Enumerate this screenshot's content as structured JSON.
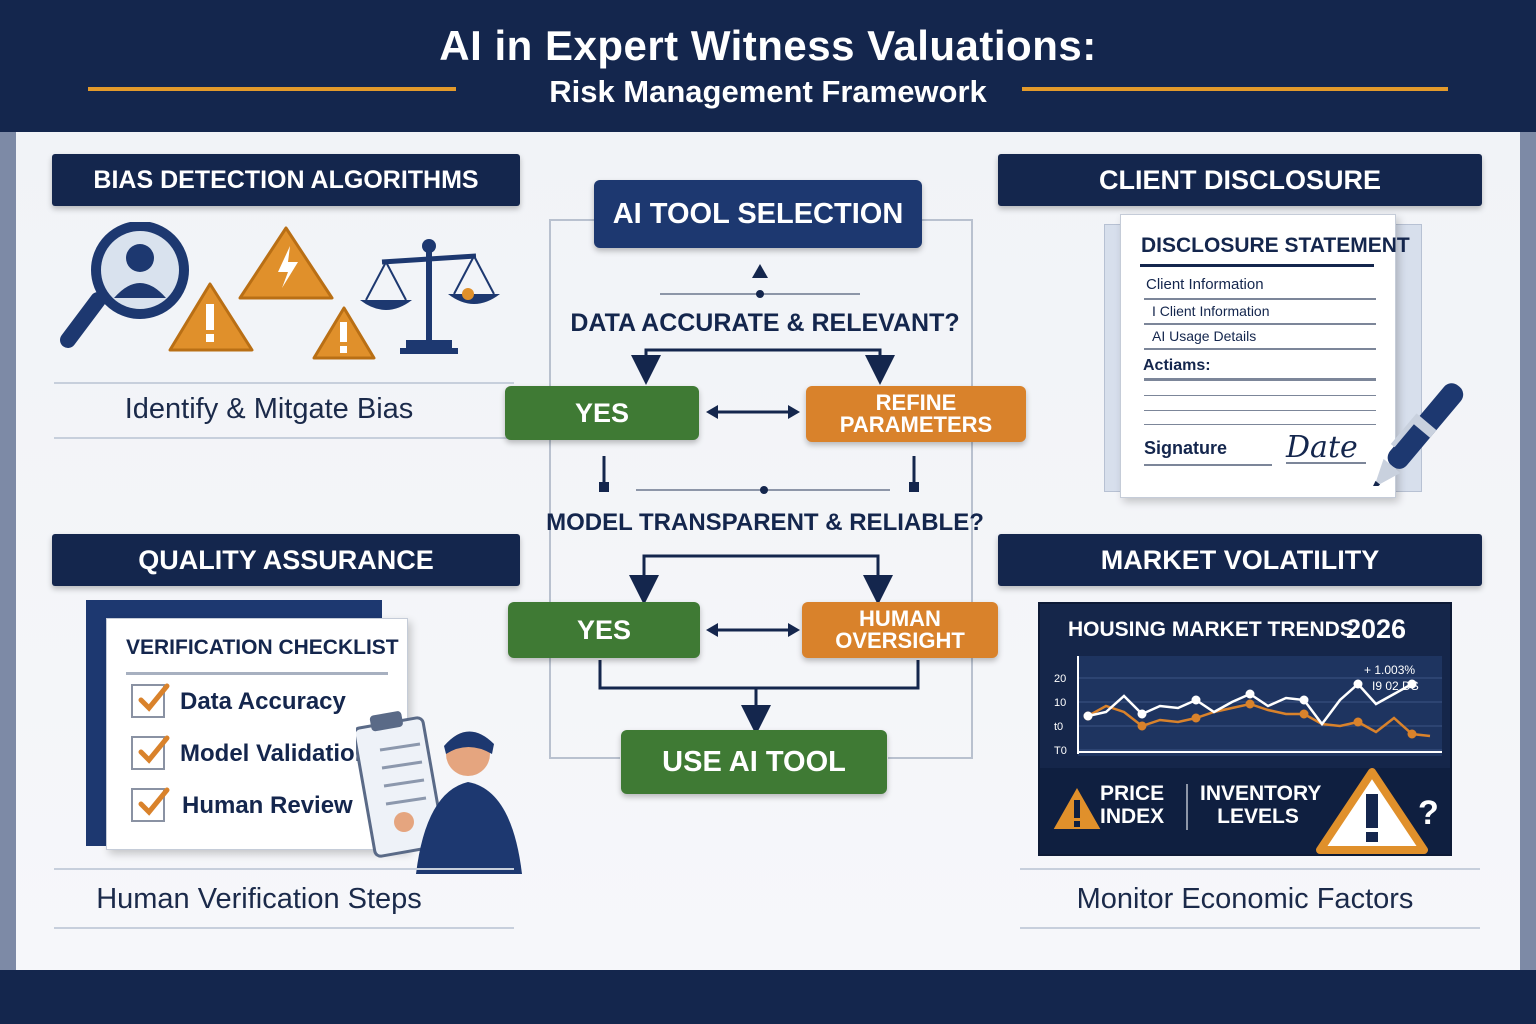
{
  "header": {
    "title": "AI in Expert Witness Valuations:",
    "subtitle": "Risk Management Framework"
  },
  "bias": {
    "heading": "BIAS DETECTION ALGORITHMS",
    "caption": "Identify & Mitgate Bias"
  },
  "quality": {
    "heading": "QUALITY ASSURANCE",
    "checklist_title": "VERIFICATION CHECKLIST",
    "items": [
      "Data Accuracy",
      "Model Validation",
      "Human Review"
    ],
    "caption": "Human Verification Steps"
  },
  "flow": {
    "start": "AI TOOL SELECTION",
    "question1": "DATA ACCURATE & RELEVANT?",
    "yes1": "YES",
    "alt1": "REFINE PARAMETERS",
    "question2": "MODEL TRANSPARENT & RELIABLE?",
    "yes2": "YES",
    "alt2": "HUMAN OVERSIGHT",
    "end": "USE AI TOOL"
  },
  "client": {
    "heading": "CLIENT DISCLOSURE",
    "doc_title": "DISCLOSURE STATEMENT",
    "lines": [
      "Client Information",
      "I Client Information",
      "AI Usage Details"
    ],
    "actions_label": "Actiams:",
    "signature_label": "Signature",
    "date_label": "Date"
  },
  "market": {
    "heading": "MARKET VOLATILITY",
    "chart_title": "HOUSING MARKET TRENDS",
    "year": "2026",
    "ytick_labels": [
      "20",
      "10",
      "t0",
      "T0"
    ],
    "annotation1": "+ 1.003%",
    "annotation2": "I9 02 DS",
    "metric1": "PRICE INDEX",
    "metric2": "INVENTORY LEVELS",
    "caption": "Monitor Economic Factors"
  },
  "colors": {
    "navy": "#14264d",
    "green": "#3f7a34",
    "orange": "#d9822b",
    "accent": "#e39a2b"
  }
}
